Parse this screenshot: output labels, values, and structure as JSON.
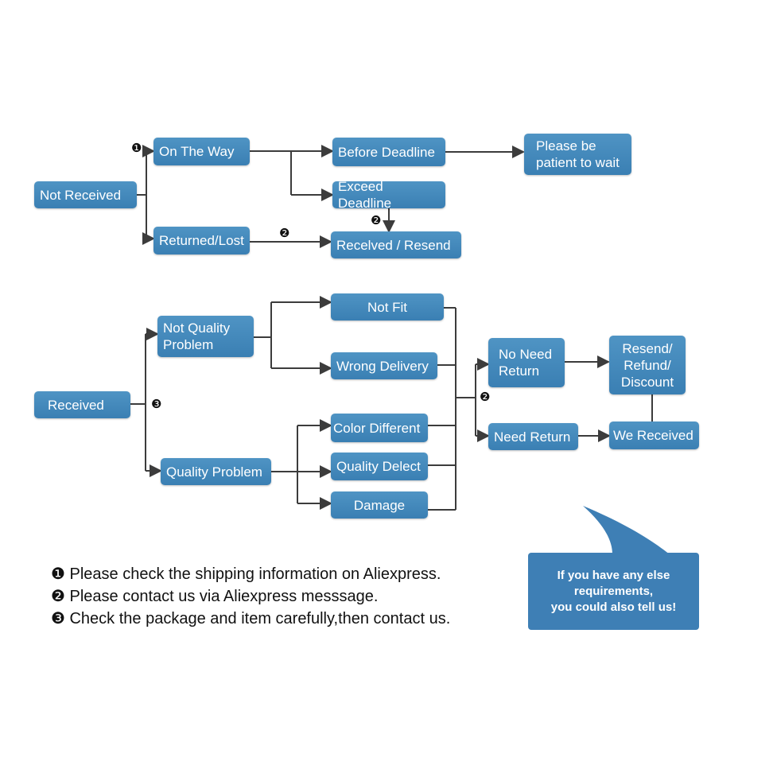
{
  "nodes": {
    "not_received": "Not   Received",
    "on_the_way": "On The Way",
    "returned_lost": "Returned/Lost",
    "before_deadline": "Before Deadline",
    "exceed_deadline": "Exceed Deadline",
    "received_resend": "Recelved / Resend",
    "please_be_patient": "Please be\npatient to wait",
    "received": "Received",
    "not_quality_problem": "Not   Quality\nProblem",
    "quality_problem": "Quality Problem",
    "not_fit": "Not Fit",
    "wrong_delivery": "Wrong Delivery",
    "color_different": "Color Different",
    "quality_delect": "Quality Delect",
    "damage": "Damage",
    "no_need_return": "No Need\nReturn",
    "need_return": "Need Return",
    "resend_refund_discount": "Resend/\nRefund/\nDiscount",
    "we_received": "We Received"
  },
  "markers": {
    "one": "❶",
    "two": "❷",
    "three": "❸"
  },
  "notes": [
    "❶ Please check the shipping information on Aliexpress.",
    "❷ Please contact us via Aliexpress messsage.",
    "❸ Check the package and item carefully,then contact us."
  ],
  "bubble": {
    "line1": "If you have any else",
    "line2": "requirements,",
    "line3": "you could also tell us!"
  },
  "colors": {
    "box": "#4a8fc2",
    "line": "#3c3c3c"
  }
}
